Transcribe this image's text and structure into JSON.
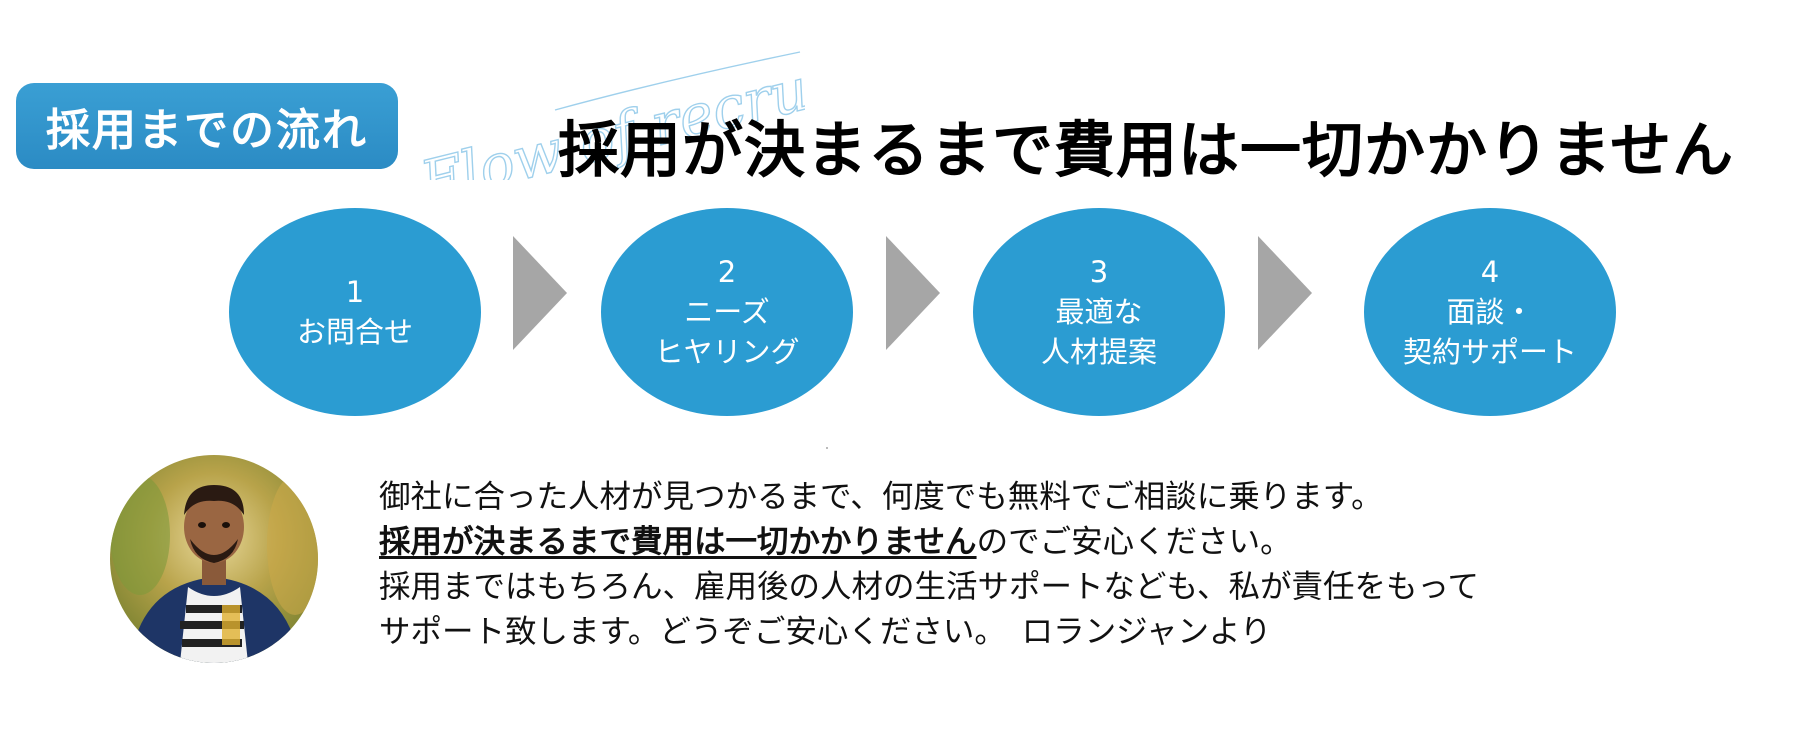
{
  "badge": {
    "label": "採用までの流れ"
  },
  "script_title": "Flow of recruitment",
  "headline": "採用が決まるまで費用は一切かかりません",
  "steps": [
    {
      "number": "1",
      "lines": [
        "お問合せ"
      ]
    },
    {
      "number": "2",
      "lines": [
        "ニーズ",
        "ヒヤリング"
      ]
    },
    {
      "number": "3",
      "lines": [
        "最適な",
        "人材提案"
      ]
    },
    {
      "number": "4",
      "lines": [
        "面談・",
        "契約サポート"
      ]
    }
  ],
  "message": {
    "line1": "御社に合った人材が見つかるまで、何度でも無料でご相談に乗ります。",
    "line2_emphasis": "採用が決まるまで費用は一切かかりません",
    "line2_rest": "のでご安心ください。",
    "line3": "採用まではもちろん、雇用後の人材の生活サポートなども、私が責任をもって",
    "line4": "サポート致します。どうぞご安心ください。　ロランジャンより"
  },
  "colors": {
    "accent_blue": "#2b9cd2",
    "arrow_gray": "#a6a6a6",
    "script_blue": "#9fd0ec"
  },
  "icons": {
    "step_arrow": "triangle-right",
    "avatar": "person-photo"
  }
}
